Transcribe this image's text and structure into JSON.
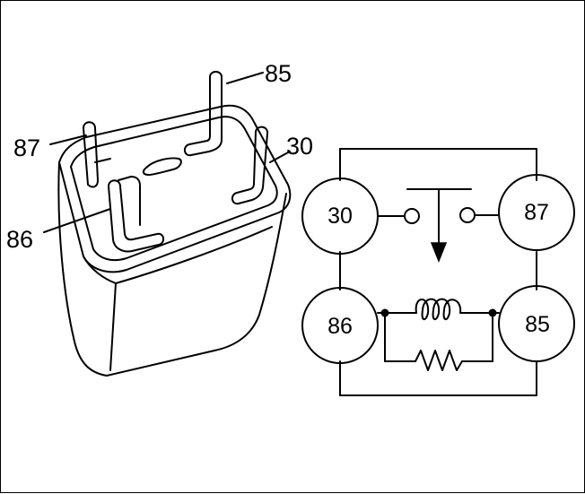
{
  "relay_body": {
    "pin_labels": [
      "85",
      "87",
      "30",
      "86"
    ]
  },
  "schematic": {
    "terminals": [
      "30",
      "87",
      "86",
      "85"
    ]
  }
}
